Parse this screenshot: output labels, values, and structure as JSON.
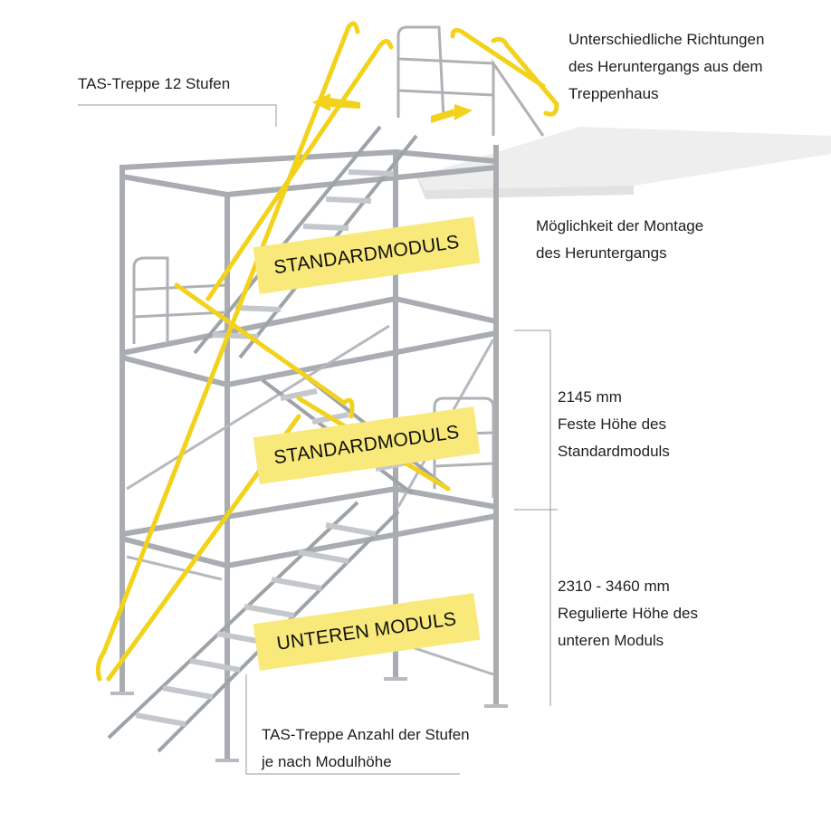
{
  "labels": {
    "stairs_top": "TAS-Treppe 12 Stufen",
    "directions": [
      "Unterschiedliche Richtungen",
      "des Heruntergangs aus dem",
      "Treppenhaus"
    ],
    "mounting": [
      "Möglichkeit der Montage",
      "des Heruntergangs"
    ],
    "standard_height": [
      "2145 mm",
      "Feste Höhe des",
      "Standardmoduls"
    ],
    "lower_height": [
      "2310 - 3460 mm",
      "Regulierte Höhe des",
      "unteren Moduls"
    ],
    "stairs_bottom": [
      "TAS-Treppe Anzahl der Stufen",
      "je nach Modulhöhe"
    ]
  },
  "banners": [
    "STANDARDMODULS",
    "STANDARDMODULS",
    "UNTEREN MODULS"
  ],
  "colors": {
    "accent": "#f8e97a",
    "handrail": "#f2d21b",
    "steel": "#a9adb1"
  }
}
